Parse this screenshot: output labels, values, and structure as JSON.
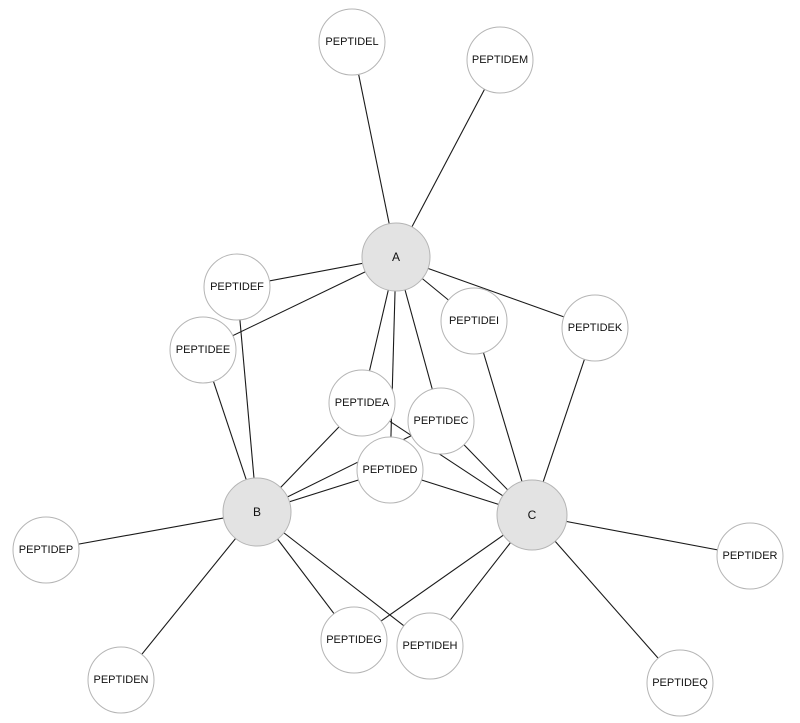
{
  "colors": {
    "hub_fill": "#e3e3e3",
    "peptide_fill": "#ffffff",
    "edge": "#1a1a1a",
    "node_stroke": "#b5b5b5"
  },
  "nodes": [
    {
      "id": "A",
      "label": "A",
      "kind": "hub"
    },
    {
      "id": "B",
      "label": "B",
      "kind": "hub"
    },
    {
      "id": "C",
      "label": "C",
      "kind": "hub"
    },
    {
      "id": "PEPTIDEL",
      "label": "PEPTIDEL",
      "kind": "peptide"
    },
    {
      "id": "PEPTIDEM",
      "label": "PEPTIDEM",
      "kind": "peptide"
    },
    {
      "id": "PEPTIDEF",
      "label": "PEPTIDEF",
      "kind": "peptide"
    },
    {
      "id": "PEPTIDEE",
      "label": "PEPTIDEE",
      "kind": "peptide"
    },
    {
      "id": "PEPTIDEI",
      "label": "PEPTIDEI",
      "kind": "peptide"
    },
    {
      "id": "PEPTIDEK",
      "label": "PEPTIDEK",
      "kind": "peptide"
    },
    {
      "id": "PEPTIDEA",
      "label": "PEPTIDEA",
      "kind": "peptide"
    },
    {
      "id": "PEPTIDEC",
      "label": "PEPTIDEC",
      "kind": "peptide"
    },
    {
      "id": "PEPTIDED",
      "label": "PEPTIDED",
      "kind": "peptide"
    },
    {
      "id": "PEPTIDEP",
      "label": "PEPTIDEP",
      "kind": "peptide"
    },
    {
      "id": "PEPTIDER",
      "label": "PEPTIDER",
      "kind": "peptide"
    },
    {
      "id": "PEPTIDEG",
      "label": "PEPTIDEG",
      "kind": "peptide"
    },
    {
      "id": "PEPTIDEH",
      "label": "PEPTIDEH",
      "kind": "peptide"
    },
    {
      "id": "PEPTIDEN",
      "label": "PEPTIDEN",
      "kind": "peptide"
    },
    {
      "id": "PEPTIDEQ",
      "label": "PEPTIDEQ",
      "kind": "peptide"
    }
  ],
  "edges": [
    [
      "A",
      "PEPTIDEL"
    ],
    [
      "A",
      "PEPTIDEM"
    ],
    [
      "A",
      "PEPTIDEF"
    ],
    [
      "A",
      "PEPTIDEE"
    ],
    [
      "A",
      "PEPTIDEI"
    ],
    [
      "A",
      "PEPTIDEK"
    ],
    [
      "A",
      "PEPTIDEA"
    ],
    [
      "A",
      "PEPTIDEC"
    ],
    [
      "A",
      "PEPTIDED"
    ],
    [
      "B",
      "PEPTIDEF"
    ],
    [
      "B",
      "PEPTIDEE"
    ],
    [
      "B",
      "PEPTIDEA"
    ],
    [
      "B",
      "PEPTIDEC"
    ],
    [
      "B",
      "PEPTIDED"
    ],
    [
      "B",
      "PEPTIDEP"
    ],
    [
      "B",
      "PEPTIDEN"
    ],
    [
      "B",
      "PEPTIDEG"
    ],
    [
      "B",
      "PEPTIDEH"
    ],
    [
      "C",
      "PEPTIDEI"
    ],
    [
      "C",
      "PEPTIDEK"
    ],
    [
      "C",
      "PEPTIDEA"
    ],
    [
      "C",
      "PEPTIDEC"
    ],
    [
      "C",
      "PEPTIDED"
    ],
    [
      "C",
      "PEPTIDER"
    ],
    [
      "C",
      "PEPTIDEQ"
    ],
    [
      "C",
      "PEPTIDEG"
    ],
    [
      "C",
      "PEPTIDEH"
    ]
  ]
}
